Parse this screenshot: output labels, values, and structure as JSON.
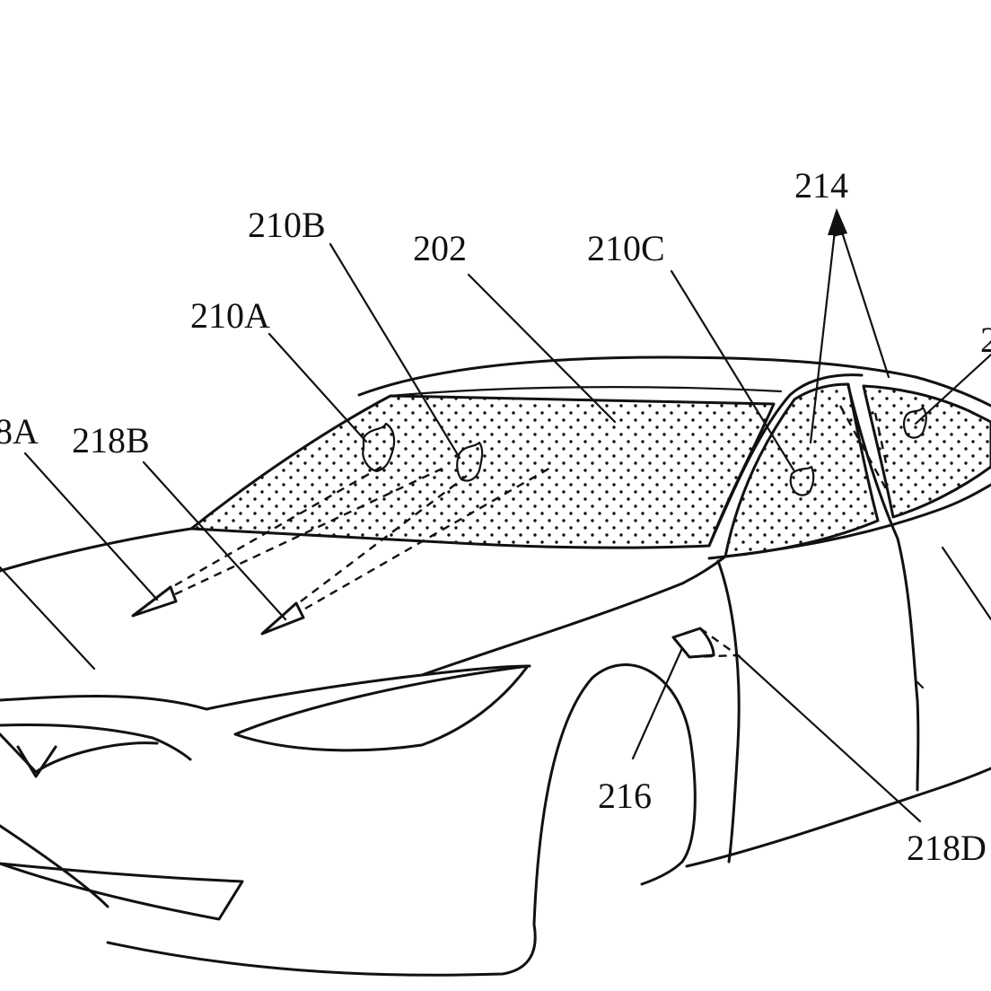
{
  "labels": {
    "l202": "202",
    "l210A": "210A",
    "l210B": "210B",
    "l210C": "210C",
    "l214": "214",
    "l216": "216",
    "l218A": "8A",
    "l218B": "218B",
    "l218D": "218D",
    "lTopRight": "2"
  },
  "colors": {
    "stroke": "#111111",
    "background": "#ffffff",
    "stipple": "#111111"
  }
}
